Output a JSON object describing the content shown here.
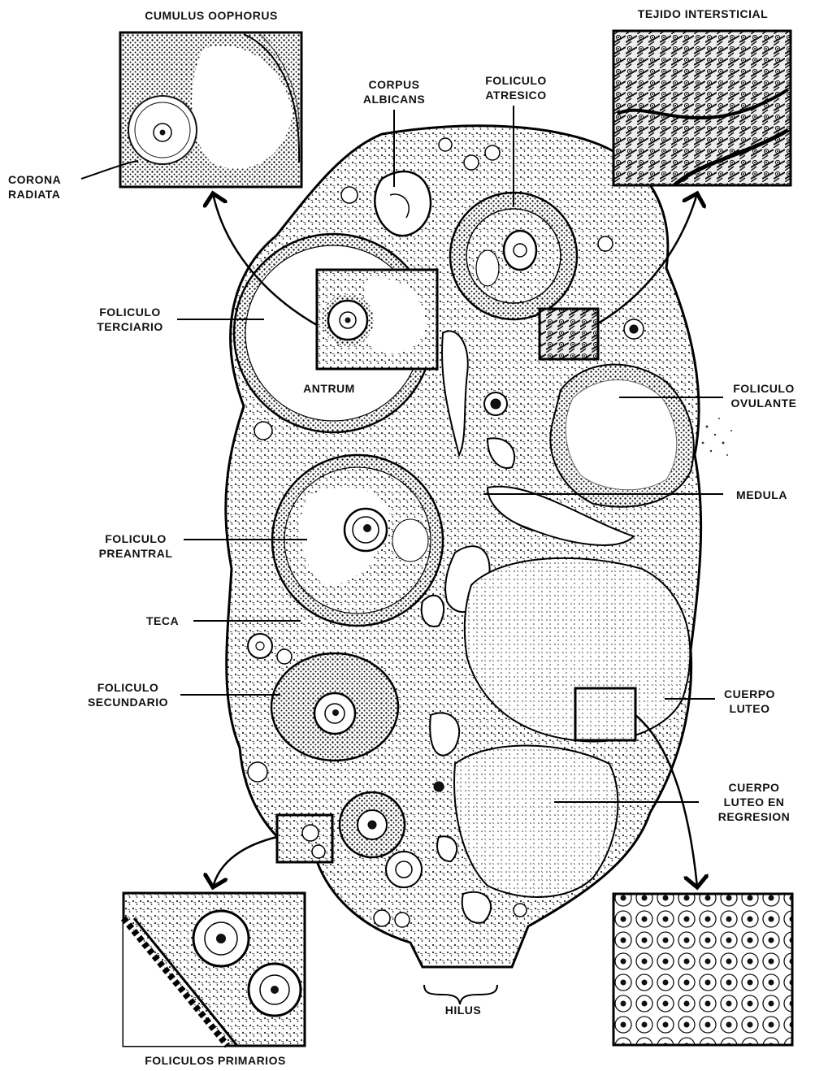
{
  "labels": {
    "cumulus_oophorus": "CUMULUS OOPHORUS",
    "tejido_intersticial": "TEJIDO INTERSTICIAL",
    "corona_radiata_1": "CORONA",
    "corona_radiata_2": "RADIATA",
    "corpus_albicans_1": "CORPUS",
    "corpus_albicans_2": "ALBICANS",
    "foliculo_atresico_1": "FOLICULO",
    "foliculo_atresico_2": "ATRESICO",
    "foliculo_terciario_1": "FOLICULO",
    "foliculo_terciario_2": "TERCIARIO",
    "antrum": "ANTRUM",
    "foliculo_ovulante_1": "FOLICULO",
    "foliculo_ovulante_2": "OVULANTE",
    "medula": "MEDULA",
    "foliculo_preantral_1": "FOLICULO",
    "foliculo_preantral_2": "PREANTRAL",
    "teca": "TECA",
    "foliculo_secundario_1": "FOLICULO",
    "foliculo_secundario_2": "SECUNDARIO",
    "cuerpo_luteo_1": "CUERPO",
    "cuerpo_luteo_2": "LUTEO",
    "cuerpo_luteo_regresion_1": "CUERPO",
    "cuerpo_luteo_regresion_2": "LUTEO EN",
    "cuerpo_luteo_regresion_3": "REGRESION",
    "hilus": "HILUS",
    "foliculos_primarios": "FOLICULOS PRIMARIOS"
  }
}
